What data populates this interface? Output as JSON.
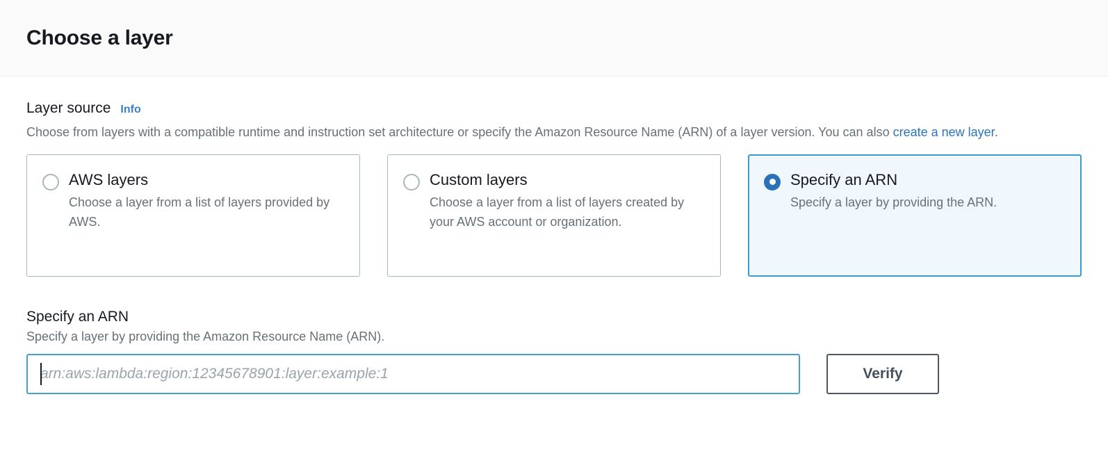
{
  "header": {
    "title": "Choose a layer"
  },
  "layer_source": {
    "label": "Layer source",
    "info_link": "Info",
    "description_before_link": "Choose from layers with a compatible runtime and instruction set architecture or specify the Amazon Resource Name (ARN) of a layer version. You can also ",
    "description_link": "create a new layer",
    "description_after_link": ".",
    "options": [
      {
        "title": "AWS layers",
        "description": "Choose a layer from a list of layers provided by AWS.",
        "selected": false
      },
      {
        "title": "Custom layers",
        "description": "Choose a layer from a list of layers created by your AWS account or organization.",
        "selected": false
      },
      {
        "title": "Specify an ARN",
        "description": "Specify a layer by providing the ARN.",
        "selected": true
      }
    ]
  },
  "arn_section": {
    "heading": "Specify an ARN",
    "description": "Specify a layer by providing the Amazon Resource Name (ARN).",
    "input_value": "",
    "input_placeholder": "arn:aws:lambda:region:12345678901:layer:example:1",
    "verify_label": "Verify"
  },
  "colors": {
    "accent_blue": "#2a71b8",
    "link_blue": "#2b73ba",
    "info_blue": "#3b7fc4",
    "selected_border": "#3b9cc9",
    "selected_background": "#f1f8fd",
    "input_focus_border": "#44a0cb",
    "button_border": "#4d5762",
    "header_background": "#fafafa",
    "muted_text": "#687078"
  }
}
